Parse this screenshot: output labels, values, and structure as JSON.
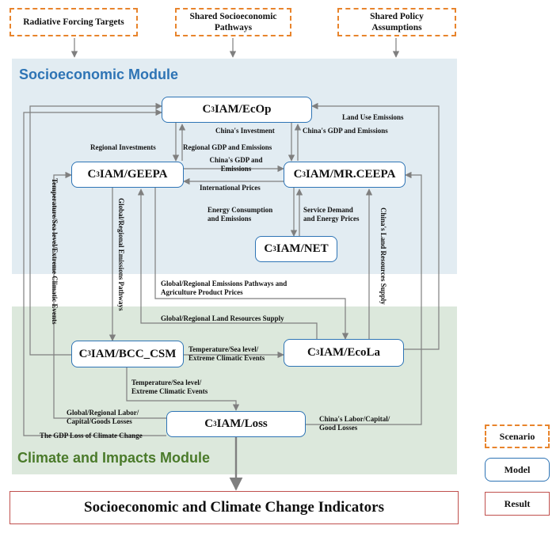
{
  "scenarios": {
    "radiative": "Radiative Forcing Targets",
    "ssp_line1": "Shared Socioeconomic",
    "ssp_line2": "Pathways",
    "spa_line1": "Shared Policy",
    "spa_line2": "Assumptions"
  },
  "modules": {
    "socioeconomic": "Socioeconomic Module",
    "climate": "Climate and Impacts Module"
  },
  "models": {
    "ecop": "IAM/EcOp",
    "geepa": "IAM/GEEPA",
    "mrceepa": "IAM/MR.CEEPA",
    "net": "IAM/NET",
    "bcc": "IAM/BCC_CSM",
    "ecola": "IAM/EcoLa",
    "loss": "IAM/Loss",
    "prefix": "C",
    "superscript": "3"
  },
  "flows": {
    "land_use_emissions": "Land Use Emissions",
    "china_investment": "China's Investment",
    "china_gdp_emissions": "China's GDP and Emissions",
    "regional_investments": "Regional Investments",
    "regional_gdp_emissions": "Regional GDP and Emissions",
    "china_gdp_line1": "China's GDP and",
    "china_gdp_line2": "Emissions",
    "international_prices": "International Prices",
    "energy_line1": "Energy Consumption",
    "energy_line2": "and Emissions",
    "service_line1": "Service Demand",
    "service_line2": "and Energy Prices",
    "temp_sea_vertical": "Temperature/Sea level/Extreme Climatic Events",
    "global_emissions_vertical": "Global/Regional Emissions Pathways",
    "china_land_vertical": "China's Land Resources Supply",
    "global_pathways_line1": "Global/Regional Emissions Pathways and",
    "global_pathways_line2": "Agriculture Product Prices",
    "global_land": "Global/Regional Land Resources Supply",
    "temp_ecola_line1": "Temperature/Sea level/",
    "temp_ecola_line2": "Extreme Climatic Events",
    "temp_loss_line1": "Temperature/Sea level/",
    "temp_loss_line2": "Extreme Climatic Events",
    "labor_line1": "Global/Regional Labor/",
    "labor_line2": "Capital/Goods Losses",
    "gdp_loss": "The GDP Loss of Climate Change",
    "china_labor_line1": "China's Labor/Capital/",
    "china_labor_line2": "Good Losses"
  },
  "result": "Socioeconomic and Climate Change Indicators",
  "legend": {
    "scenario": "Scenario",
    "model": "Model",
    "result": "Result"
  },
  "colors": {
    "socio_bg": "#e2ecf2",
    "climate_bg": "#dce8dc",
    "socio_title": "#2e74b5",
    "climate_title": "#4a7a2a",
    "scenario_border": "#e8842c",
    "model_border": "#2e74b5",
    "result_border": "#c0504d",
    "arrow": "#7f7f7f"
  }
}
